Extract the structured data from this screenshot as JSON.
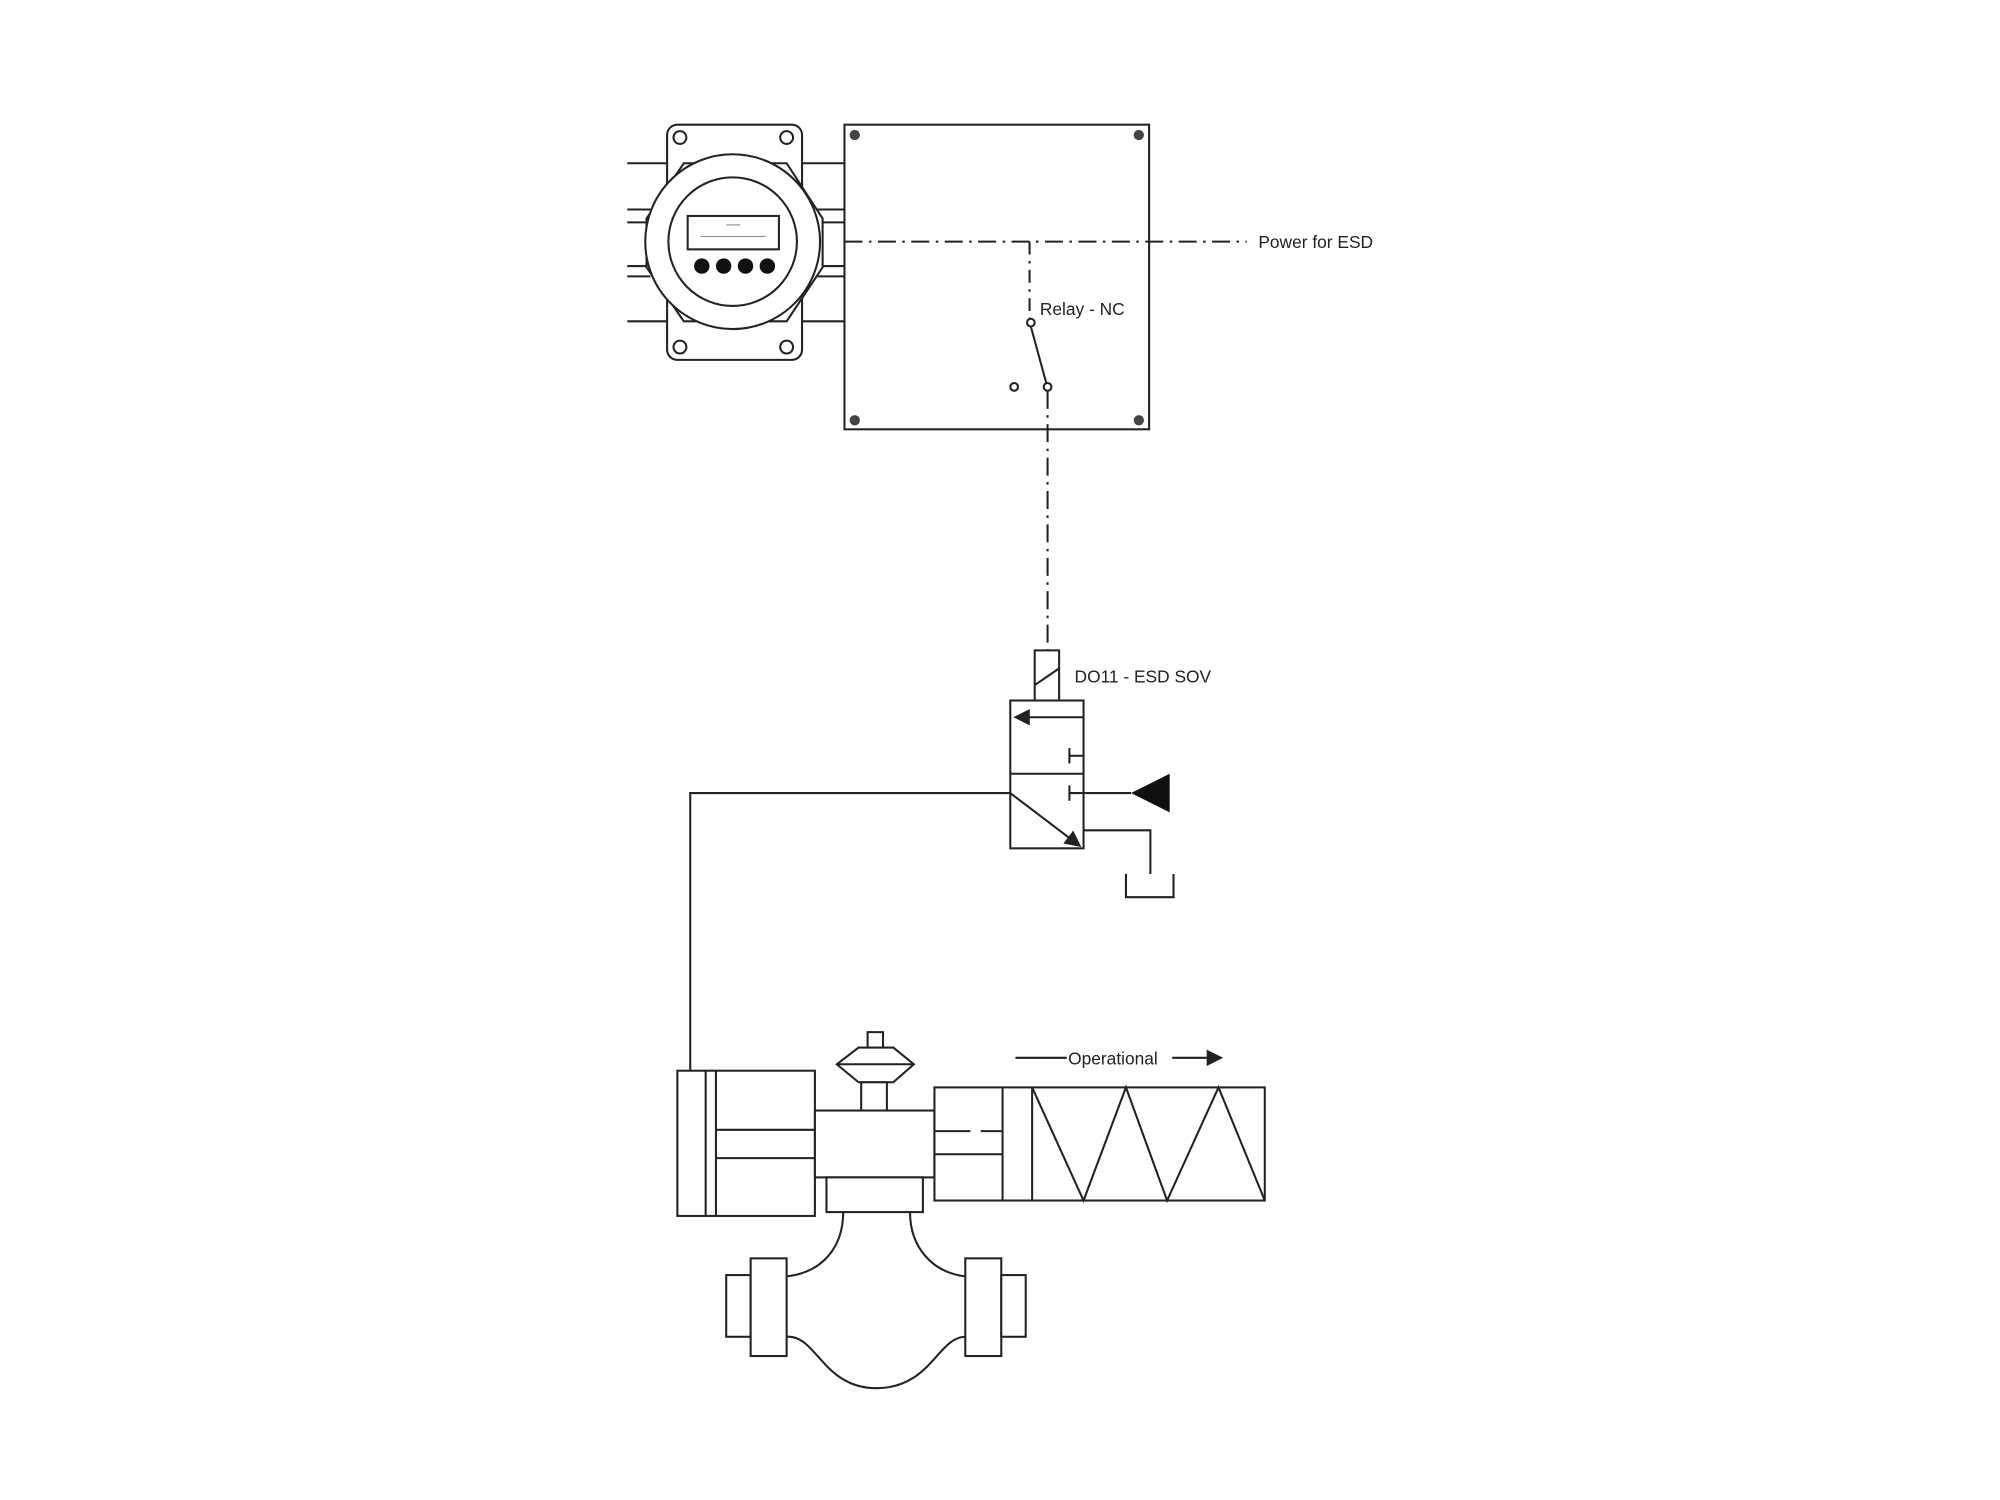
{
  "labels": {
    "power": "Power for ESD",
    "relay": "Relay - NC",
    "sov": "DO11 - ESD SOV",
    "operational": "Operational"
  },
  "colors": {
    "line": "#222222",
    "background": "#ffffff"
  }
}
